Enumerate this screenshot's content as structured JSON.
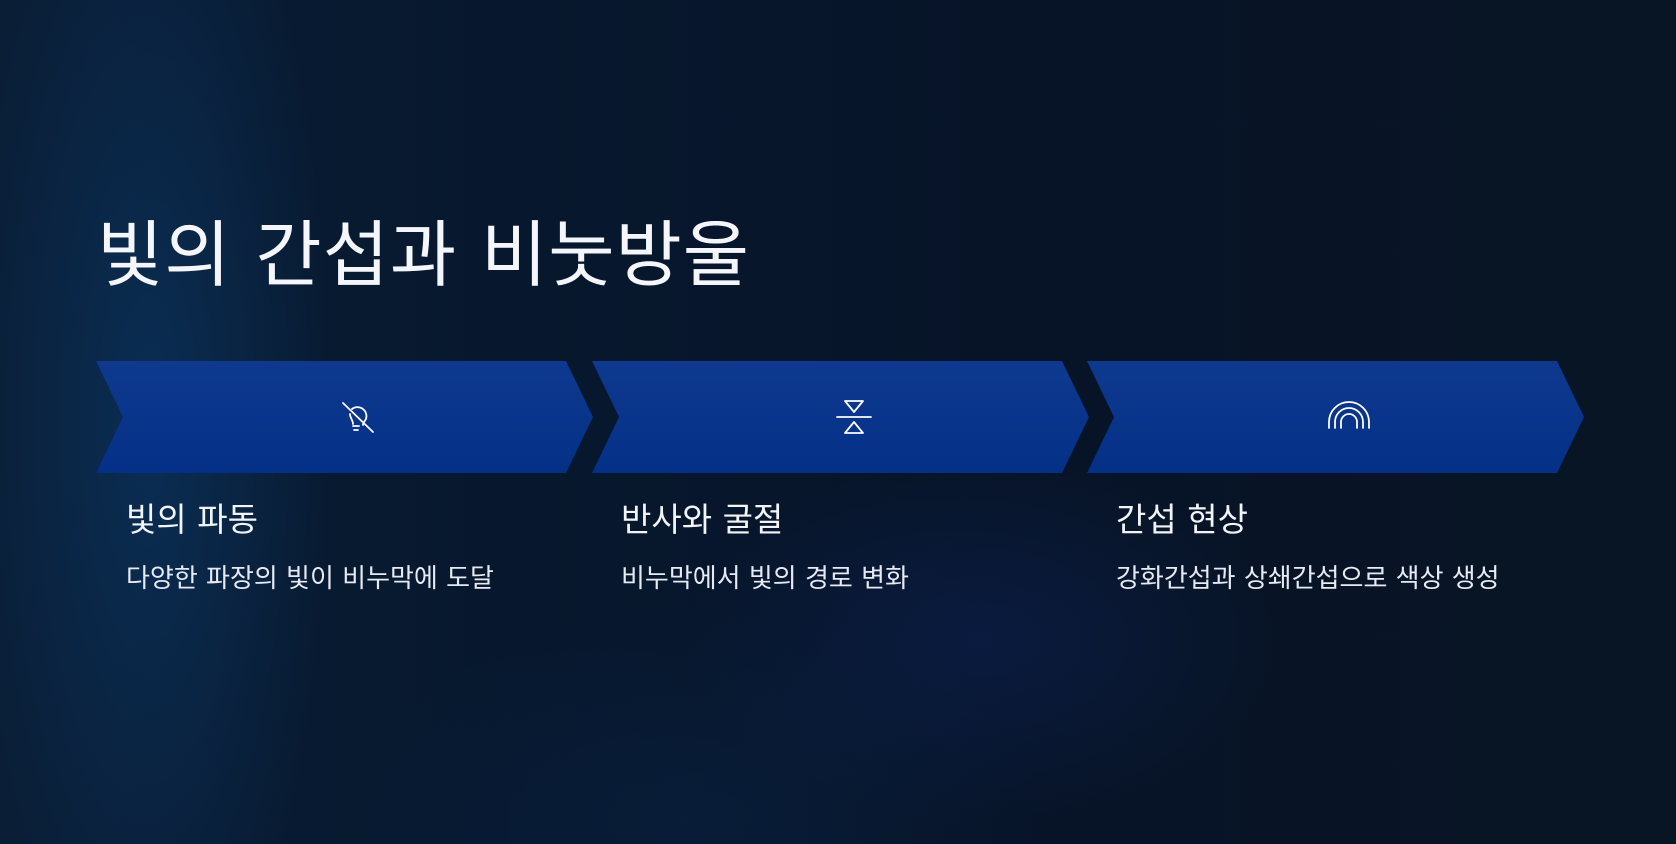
{
  "slide": {
    "title": "빛의 간섭과 비눗방울"
  },
  "steps": [
    {
      "icon": "bulb-off-icon",
      "title": "빛의 파동",
      "description": "다양한 파장의 빛이 비누막에 도달"
    },
    {
      "icon": "flip-vertical-icon",
      "title": "반사와 굴절",
      "description": "비누막에서 빛의 경로 변화"
    },
    {
      "icon": "rainbow-icon",
      "title": "간섭 현상",
      "description": "강화간섭과 상쇄간섭으로 색상 생성"
    }
  ],
  "colors": {
    "chevron_fill": "#04318a",
    "background": "#071428",
    "text": "#ffffff"
  }
}
